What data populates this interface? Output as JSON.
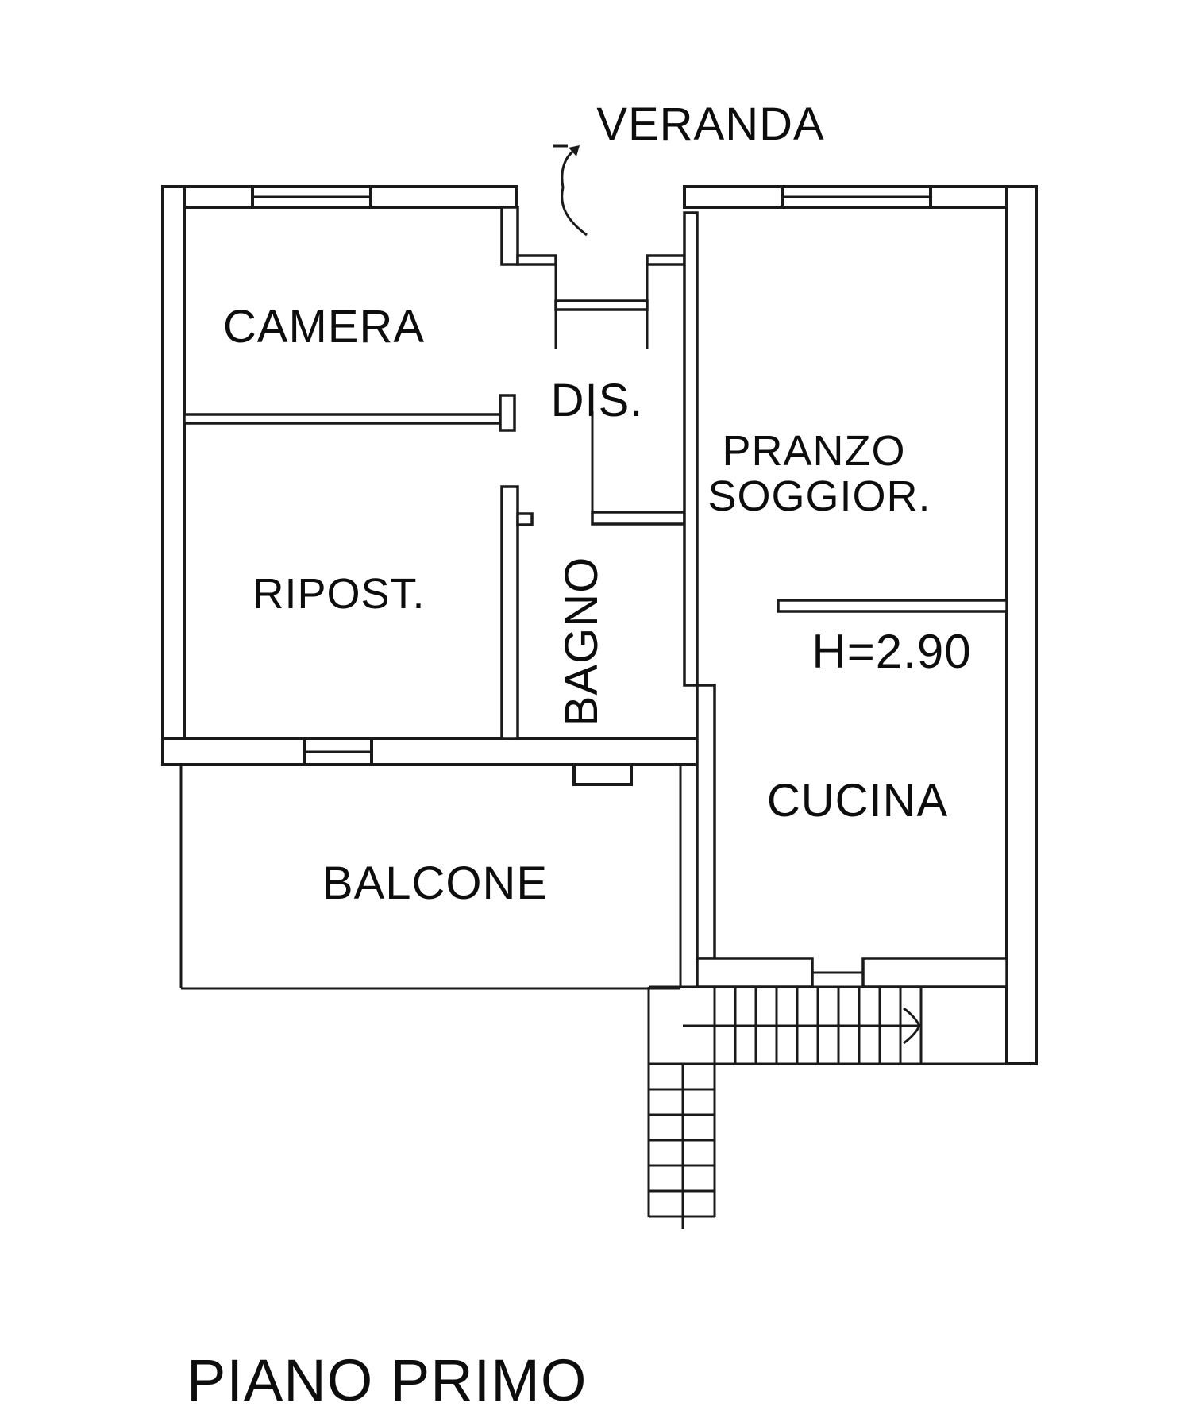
{
  "page": {
    "background_color": "#ffffff",
    "line_color": "#1a1a1a"
  },
  "plan": {
    "floor_title": "PIANO PRIMO",
    "labels": {
      "veranda": "VERANDA",
      "camera": "CAMERA",
      "dis": "DIS.",
      "pranzo_line1": "PRANZO",
      "pranzo_line2": "SOGGIOR.",
      "ripost": "RIPOST.",
      "bagno": "BAGNO",
      "height_annotation": "H=2.90",
      "cucina": "CUCINA",
      "balcone": "BALCONE"
    },
    "stairs": {
      "upper_flight_treads": 11,
      "lower_flight_treads": 6,
      "direction": "right-then-down"
    }
  }
}
